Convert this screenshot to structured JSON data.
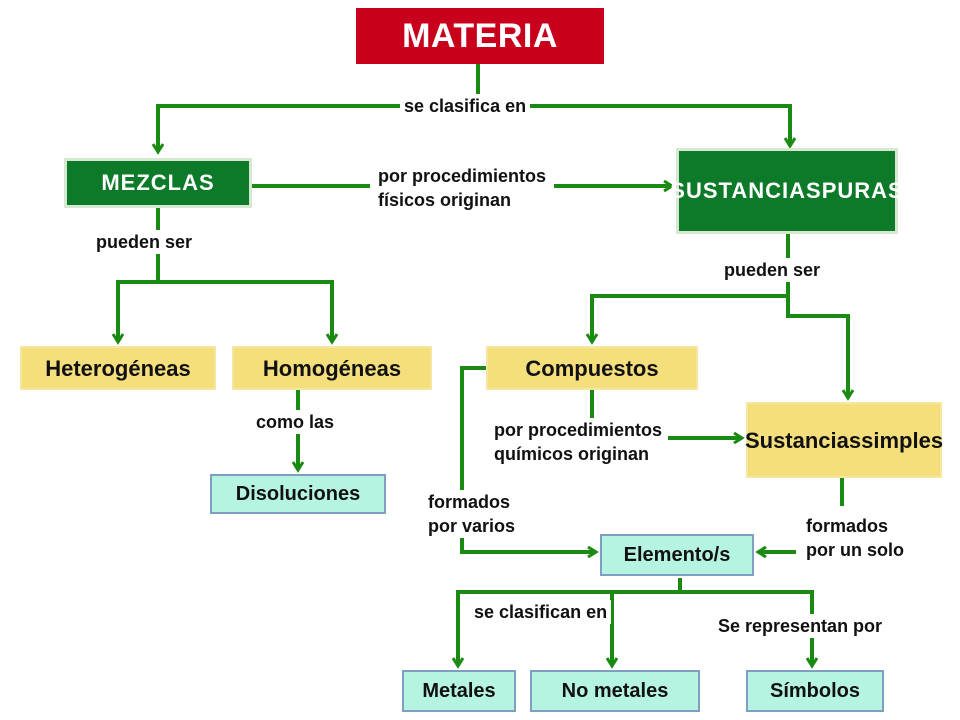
{
  "nodes": {
    "materia": "MATERIA",
    "mezclas": "MEZCLAS",
    "sustancias_puras": [
      "SUSTANCIAS",
      "PURAS"
    ],
    "heterogeneas": "Heterogéneas",
    "homogeneas": "Homogéneas",
    "disoluciones": "Disoluciones",
    "compuestos": "Compuestos",
    "sustancias_simples": [
      "Sustancias",
      "simples"
    ],
    "elementos": "Elemento/s",
    "metales": "Metales",
    "no_metales": "No metales",
    "simbolos": "Símbolos"
  },
  "links": {
    "se_clasifica_en": "se clasifica en",
    "por_procedimientos_fisicos": [
      "por procedimientos",
      "físicos originan"
    ],
    "pueden_ser_left": "pueden ser",
    "pueden_ser_right": "pueden ser",
    "como_las": "como las",
    "por_procedimientos_quimicos": [
      "por procedimientos",
      "químicos originan"
    ],
    "formados_por_varios": [
      "formados",
      "por varios"
    ],
    "formados_por_un_solo": [
      "formados",
      "por un solo"
    ],
    "se_clasifican_en": "se clasifican en",
    "se_representan_por": "Se representan por"
  },
  "colors": {
    "arrow": "#1a8a12",
    "title_box": "#c8001c",
    "category_box": "#0c7a28",
    "type_box": "#f5df7c",
    "element_box": "#b6f4e2"
  }
}
